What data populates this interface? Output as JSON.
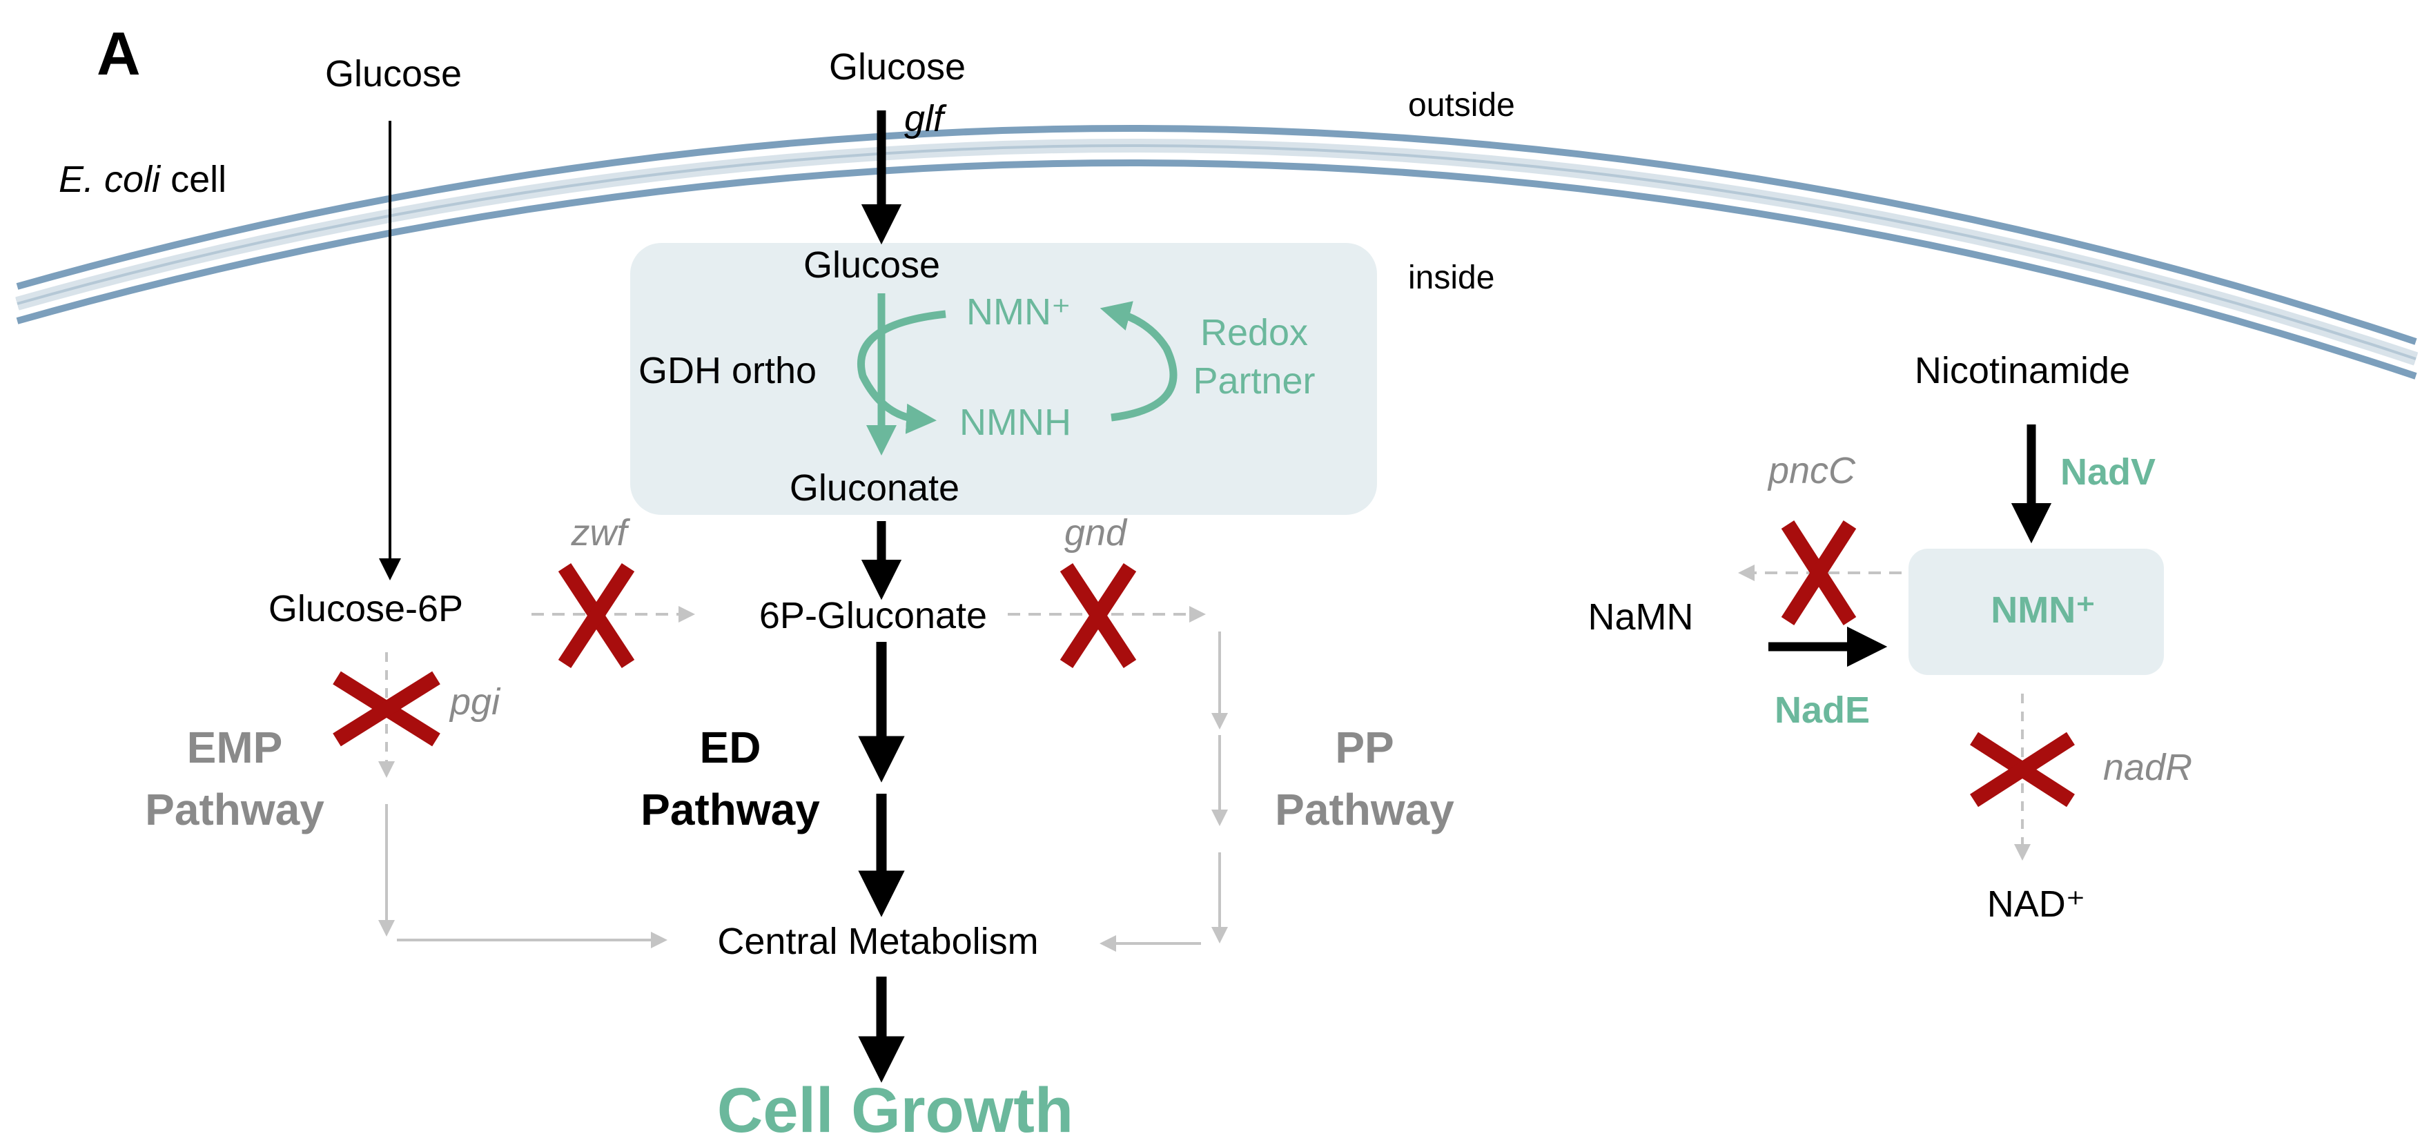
{
  "panel_label": "A",
  "cell_label": {
    "italic": "E. coli",
    "rest": " cell"
  },
  "outside_label": "outside",
  "inside_label": "inside",
  "glucose_left": "Glucose",
  "glucose_top": "Glucose",
  "glf_label": "glf",
  "engineered_box": {
    "glucose": "Glucose",
    "enzyme": "GDH ortho",
    "nmn_plus": "NMN⁺",
    "nmnh": "NMNH",
    "redox_line1": "Redox",
    "redox_line2": "Partner",
    "gluconate": "Gluconate"
  },
  "glucose_6p": "Glucose-6P",
  "zwf_label": "zwf",
  "gluconate_6p": "6P-Gluconate",
  "gnd_label": "gnd",
  "pgi_label": "pgi",
  "emp_pathway": {
    "line1": "EMP",
    "line2": "Pathway"
  },
  "ed_pathway": {
    "line1": "ED",
    "line2": "Pathway"
  },
  "pp_pathway": {
    "line1": "PP",
    "line2": "Pathway"
  },
  "central_metabolism": "Central Metabolism",
  "cell_growth": "Cell Growth",
  "nad_module": {
    "nicotinamide": "Nicotinamide",
    "nadv": "NadV",
    "pncc": "pncC",
    "namn": "NaMN",
    "nmn_plus": "NMN⁺",
    "nade": "NadE",
    "nadr": "nadR",
    "nad_plus": "NAD⁺"
  },
  "colors": {
    "teal": "#6bb89c",
    "membrane": "#7c9fbc",
    "box_fill": "#e6eef1",
    "knockout_red": "#a80d0d",
    "inactive_gray": "#c4c4c4",
    "label_gray": "#8a8a8a"
  }
}
